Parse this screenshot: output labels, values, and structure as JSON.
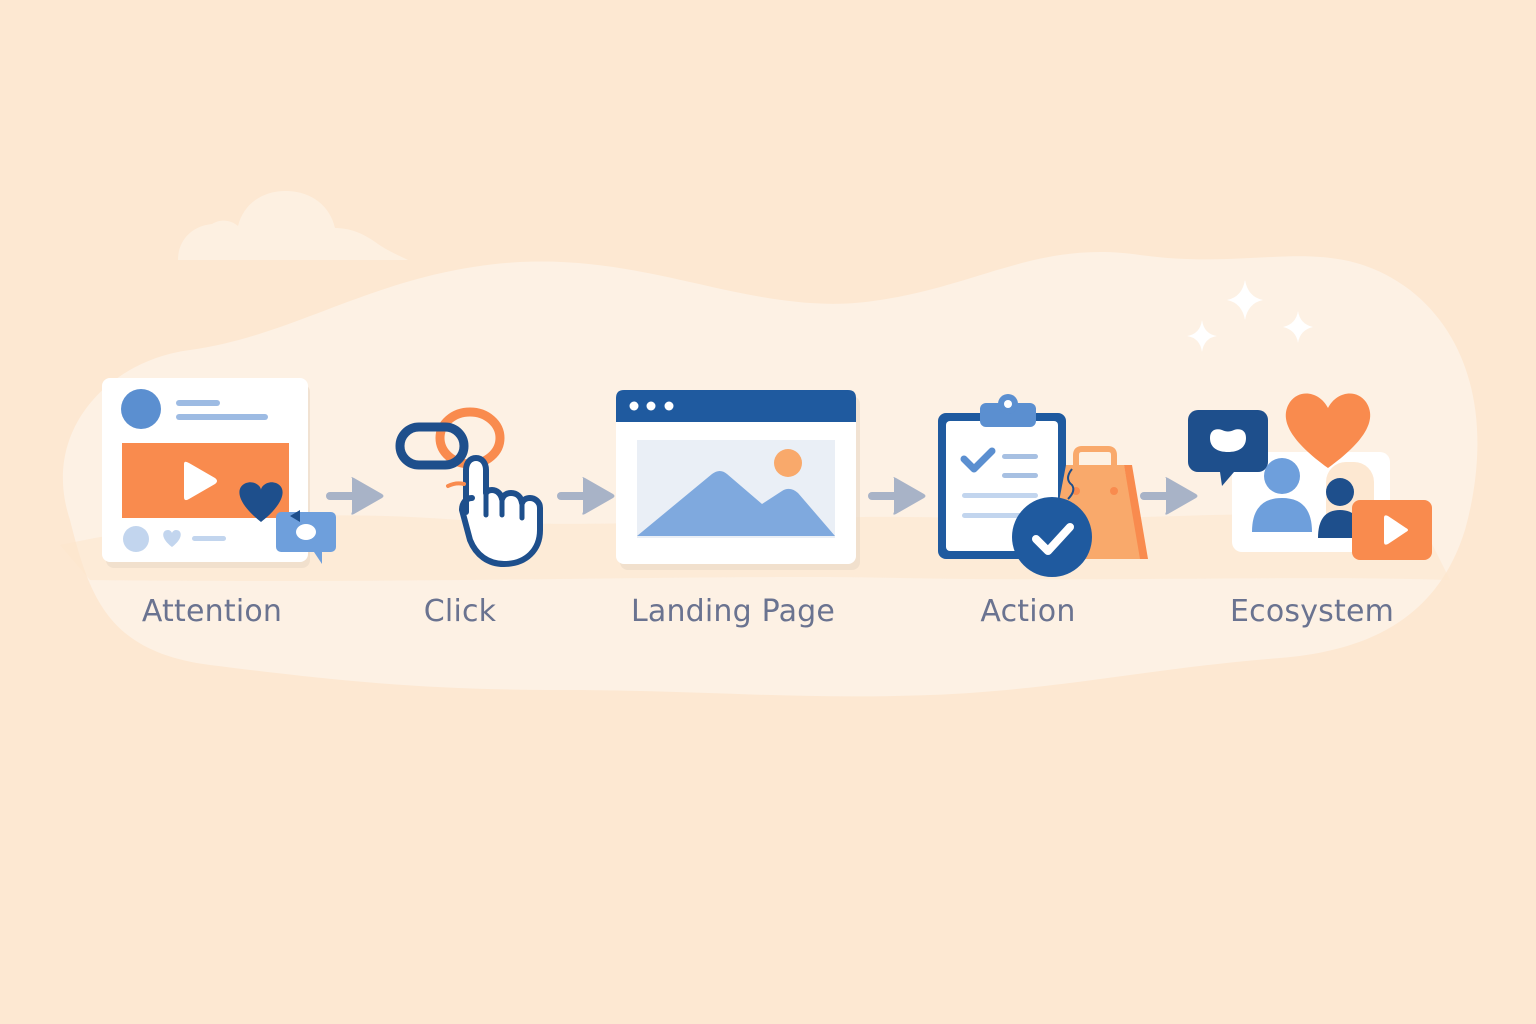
{
  "diagram": {
    "type": "process-flow",
    "direction": "left-to-right",
    "steps": [
      {
        "label": "Attention",
        "icon": "social-post-video-icon"
      },
      {
        "label": "Click",
        "icon": "link-click-hand-icon"
      },
      {
        "label": "Landing Page",
        "icon": "browser-image-icon"
      },
      {
        "label": "Action",
        "icon": "clipboard-checkout-icon"
      },
      {
        "label": "Ecosystem",
        "icon": "community-engagement-icon"
      }
    ],
    "connectors": [
      {
        "from": "Attention",
        "to": "Click"
      },
      {
        "from": "Click",
        "to": "Landing Page"
      },
      {
        "from": "Landing Page",
        "to": "Action"
      },
      {
        "from": "Action",
        "to": "Ecosystem"
      }
    ],
    "decorations": [
      "cloud-icon",
      "sparkles-icon"
    ]
  },
  "colors": {
    "background": "#fde8d2",
    "blob": "#fdf1e4",
    "navy": "#1e4f8c",
    "blue": "#5b8fd0",
    "light_blue": "#7fa9de",
    "orange": "#f98b4e",
    "light_orange": "#f9a96b",
    "label_text": "#6a7390",
    "arrow": "#a8b3c7"
  }
}
